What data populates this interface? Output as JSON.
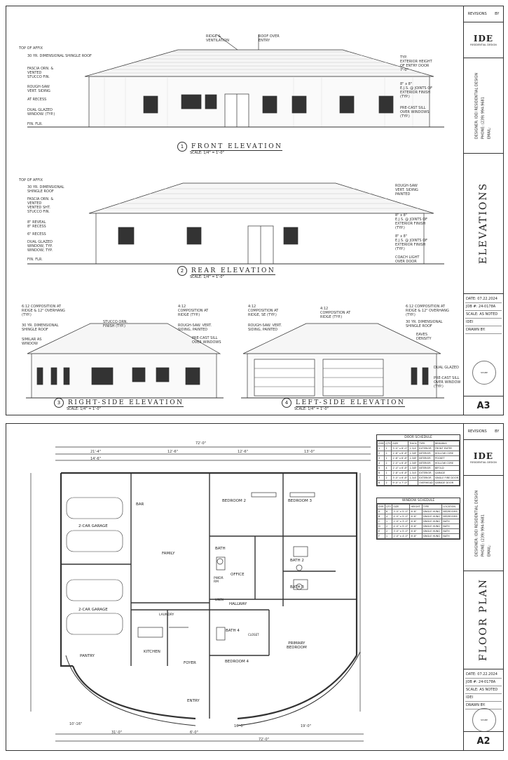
{
  "sheet1": {
    "title": "ELEVATIONS",
    "sheet_no": "A3",
    "revisions": "REVISIONS",
    "by": "BY",
    "date": "DATE: 07.22.2024",
    "job": "JOB #: 24-0178A",
    "scale": "SCALE: AS NOTED",
    "idei": "IDEI",
    "drawn": "DRAWN BY:",
    "front": {
      "num": "1",
      "title": "FRONT ELEVATION",
      "scale": "SCALE: 1/4\" = 1'-0\""
    },
    "rear": {
      "num": "2",
      "title": "REAR ELEVATION",
      "scale": "SCALE: 1/4\" = 1'-0\""
    },
    "right": {
      "num": "3",
      "title": "RIGHT-SIDE ELEVATION",
      "scale": "SCALE: 1/4\" = 1'-0\""
    },
    "left": {
      "num": "4",
      "title": "LEFT-SIDE ELEVATION",
      "scale": "SCALE: 1/4\" = 1'-0\""
    },
    "front_notes_left": [
      "TOP OF AFFIX",
      "30 YR. DIMENSIONAL\nSHINGLE ROOF",
      "FASCIA ORN. &\nVENTED\nSTUCCO FIN.",
      "ROUGH-SAW\nVERT. SIDING",
      "AT RECESS",
      "DUAL GLAZED\nWINDOW. (TYP.)",
      "FIN. FLR."
    ],
    "front_notes_top": [
      "RIDGE &\nVENTILATION",
      "ROOF OVER\nENTRY"
    ],
    "front_notes_right": [
      "TYP.\nEXTERIOR HEIGHT\nOF ENTRY DOOR\n7'-0\"",
      "8\" x 8\"\nE.J.S. @ JOINTS OF\nEXTERIOR FINISH\n(TYP.)",
      "PRE-CAST SILL\nOVER WINDOWS\n(TYP.)"
    ],
    "rear_notes_left": [
      "TOP OF AFFIX",
      "30 YR. DIMENSIONAL\nSHINGLE ROOF",
      "FASCIA ORN. &\nVENTED\nVENTED SHT.\nSTUCCO FIN.",
      "8\" REVEAL\n8\" RECESS",
      "6\" RECESS",
      "DUAL GLAZED\nWINDOW, TYP.\nWINDOW, TYP.",
      "FIN. FLR."
    ],
    "rear_notes_right": [
      "ROUGH-SAW\nVERT. SIDING\nPAINTED",
      "8\" x 8\"\nE.J.S. @ JOINTS OF\nEXTERIOR FINISH\n(TYP.)",
      "8\" x 8\"\nE.J.S. @ JOINTS OF\nEXTERIOR FINISH\n(TYP.)",
      "COACH LIGHT\nOVER DOOR"
    ],
    "right_notes": [
      "6:12 COMPOSITION AT\nRIDGE & 12\" OVERHANG\n(TYP.)",
      "30 YR. DIMENSIONAL\nSHINGLE ROOF",
      "SIMILAR AS\nWINDOW",
      "STUCCO ORN.\nFINISH (TYP.)",
      "4:12\nCOMPOSITION AT\nRIDGE (TYP.)",
      "ROUGH-SAW. VERT.\nSIDING, PAINTED",
      "PRE-CAST SILL\nOVER WINDOWS"
    ],
    "left_notes": [
      "4:12\nCOMPOSITION AT\nRIDGE, SE (TYP.)",
      "4:12\nCOMPOSITION AT\nRIDGE (TYP.)",
      "ROUGH-SAW. VERT.\nSIDING, PAINTED",
      "6:12 COMPOSITION AT\nRIDGE & 12\" OVERHANG\n(TYP.)",
      "30 YR. DIMENSIONAL\nSHINGLE ROOF",
      "EAVES\nDENSITY",
      "DUAL GLAZED",
      "PRE-CAST SILL\nOVER WINDOW\n(TYP.)"
    ]
  },
  "sheet2": {
    "title": "FLOOR PLAN",
    "sheet_no": "A2",
    "revisions": "REVISIONS",
    "by": "BY",
    "date": "DATE: 07.22.2024",
    "job": "JOB #: 24-0178A",
    "scale": "SCALE: AS NOTED",
    "idei": "IDEI",
    "drawn": "DRAWN BY:",
    "dims_top": [
      "72'-0\"",
      "21'-4\"",
      "12'-6\"",
      "12'-6\"",
      "13'-0\"",
      "14'-6\""
    ],
    "dims_bottom": [
      "31'-0\"",
      "6'-0\"",
      "72'-0\"",
      "10'-16\"",
      "16'-0\"",
      "19'-0\""
    ],
    "rooms": {
      "garage1": "2-CAR GARAGE",
      "garage2": "2-CAR GARAGE",
      "bar": "BAR",
      "family": "FAMILY",
      "bedroom2": "BEDROOM 2",
      "bedroom3": "BEDROOM 3",
      "bath1": "BATH",
      "office": "OFFICE",
      "pwdr": "PWDR\nRM",
      "bath2": "BATH 2",
      "bath3": "BATH 3",
      "hallway": "HALLWAY",
      "laundry": "LAUNDRY",
      "bath4": "BATH 4",
      "kitchen": "KITCHEN",
      "pantry": "PANTRY",
      "foyer": "FOYER",
      "bedroom4": "BEDROOM 4",
      "primary": "PRIMARY\nBEDROOM",
      "entry": "ENTRY",
      "linen": "LINEN",
      "closet": "CLOSET"
    },
    "door_schedule": {
      "title": "DOOR SCHEDULE",
      "headers": [
        "SYM",
        "QTY",
        "SIZE",
        "THICK",
        "TYPE",
        "REMARKS"
      ],
      "rows": [
        [
          "1",
          "1",
          "3'-0\" x 8'-0\"",
          "1-3/4\"",
          "EXTERIOR",
          "FRONT ENTRY"
        ],
        [
          "2",
          "2",
          "2'-8\" x 6'-8\"",
          "1-3/8\"",
          "INTERIOR",
          "HOLLOW CORE"
        ],
        [
          "3",
          "1",
          "2'-6\" x 6'-8\"",
          "1-3/8\"",
          "INTERIOR",
          "POCKET"
        ],
        [
          "4",
          "2",
          "2'-0\" x 6'-8\"",
          "1-3/8\"",
          "INTERIOR",
          "HOLLOW CORE"
        ],
        [
          "5",
          "4",
          "2'-4\" x 6'-8\"",
          "1-3/8\"",
          "INTERIOR",
          "BIFOLD"
        ],
        [
          "6",
          "1",
          "2'-8\" x 6'-8\"",
          "1-3/4\"",
          "EXTERIOR",
          "GARAGE"
        ],
        [
          "7",
          "2",
          "3'-0\" x 6'-8\"",
          "1-3/4\"",
          "EXTERIOR",
          "SINGLE FIRE DOOR"
        ],
        [
          "8",
          "2",
          "9'-0\" x 7'-0\"",
          "",
          "OVERHEAD",
          "GARAGE DOOR"
        ]
      ]
    },
    "window_schedule": {
      "title": "WINDOW SCHEDULE",
      "headers": [
        "SYM",
        "QTY",
        "SIZE",
        "HEIGHT",
        "TYPE",
        "LOCATION"
      ],
      "rows": [
        [
          "A",
          "6",
          "3'-0\" x 5'-0\"",
          "6'-8\"",
          "SINGLE HUNG",
          "BEDROOMS"
        ],
        [
          "B",
          "4",
          "4'-0\" x 5'-0\"",
          "6'-8\"",
          "SINGLE HUNG",
          "BEDROOMS"
        ],
        [
          "C",
          "1",
          "2'-0\" x 3'-0\"",
          "6'-8\"",
          "SINGLE HUNG",
          "BATH"
        ],
        [
          "D",
          "2",
          "4'-0\" x 5'-0\"",
          "6'-8\"",
          "SINGLE HUNG",
          "BATH"
        ],
        [
          "E",
          "2",
          "3'-0\" x 5'-0\"",
          "6'-8\"",
          "SINGLE HUNG",
          "BATH"
        ],
        [
          "F",
          "1",
          "2'-0\" x 4'-0\"",
          "6'-8\"",
          "SINGLE HUNG",
          "BATH"
        ]
      ]
    }
  },
  "company": {
    "logo": "IDE",
    "logo_sub": "RESIDENTIAL DESIGN",
    "designer": "DESIGNER: IDEI RESIDENTIAL DESIGN",
    "phone": "PHONE: (239) 994-9681",
    "email": "EMAIL:"
  },
  "stamp": "STAMP"
}
